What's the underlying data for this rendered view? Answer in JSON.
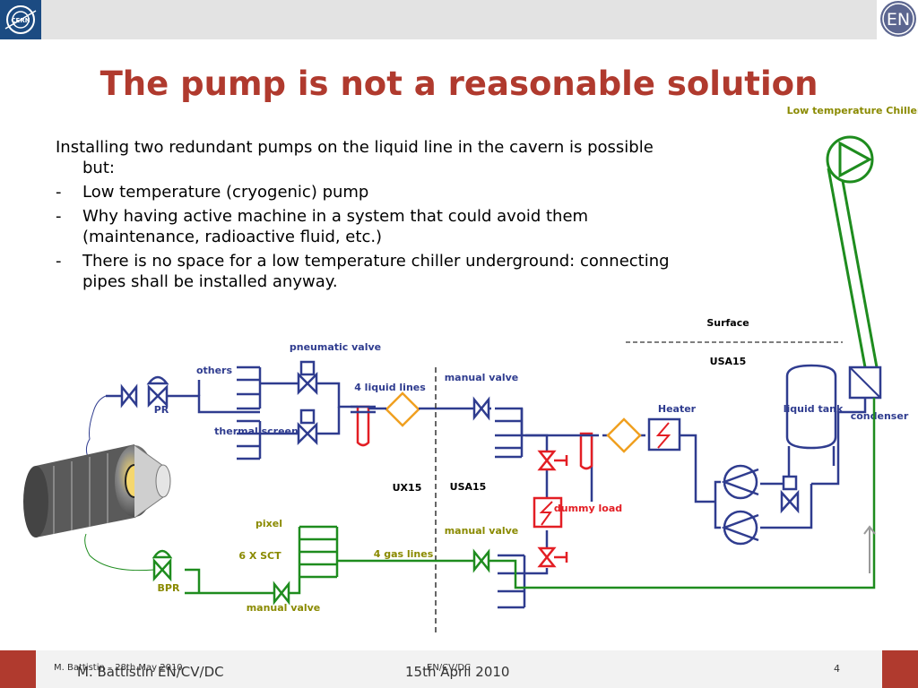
{
  "slide": {
    "title": "The pump is not a reasonable solution",
    "intro": "Installing two redundant pumps on the liquid line in the cavern is possible but:",
    "bullets": [
      "Low temperature (cryogenic) pump",
      "Why having active machine in a system that could avoid them (maintenance, radioactive fluid, etc.)",
      "There is no space for a low temperature chiller underground: connecting pipes shall be installed anyway."
    ],
    "bullet_marker": "-"
  },
  "logos": {
    "cern": "CERN",
    "en": "EN"
  },
  "diagram": {
    "low_temp_chiller": "Low temperature Chiller",
    "surface": "Surface",
    "usa15_top": "USA15",
    "pneumatic_valve": "pneumatic valve",
    "others": "others",
    "liquid_lines": "4 liquid lines",
    "manual_valve_liquid": "manual valve",
    "heater": "Heater",
    "liquid_tank": "liquid tank",
    "condenser": "condenser",
    "pr": "PR",
    "thermal_screen": "thermal screen",
    "ux15": "UX15",
    "usa15_mid": "USA15",
    "dummy_load": "dummy load",
    "pixel": "pixel",
    "sct": "6 X SCT",
    "gas_lines": "4 gas lines",
    "manual_valve_gas": "manual valve",
    "bpr": "BPR",
    "manual_valve_bottom": "manual valve"
  },
  "footer": {
    "left_small": "M. Battistin – 28th May 2010",
    "left_large": "M. Battistin  EN/CV/DC",
    "center_small": "EN/CV/DC",
    "center_large": "15th April 2010",
    "page": "4"
  },
  "colors": {
    "title": "#b03a2e",
    "liquid": "#2f3c8f",
    "gas": "#1e8c1e",
    "red": "#e31e24",
    "label_green": "#8a8a00",
    "accent_orange": "#f0a020"
  }
}
